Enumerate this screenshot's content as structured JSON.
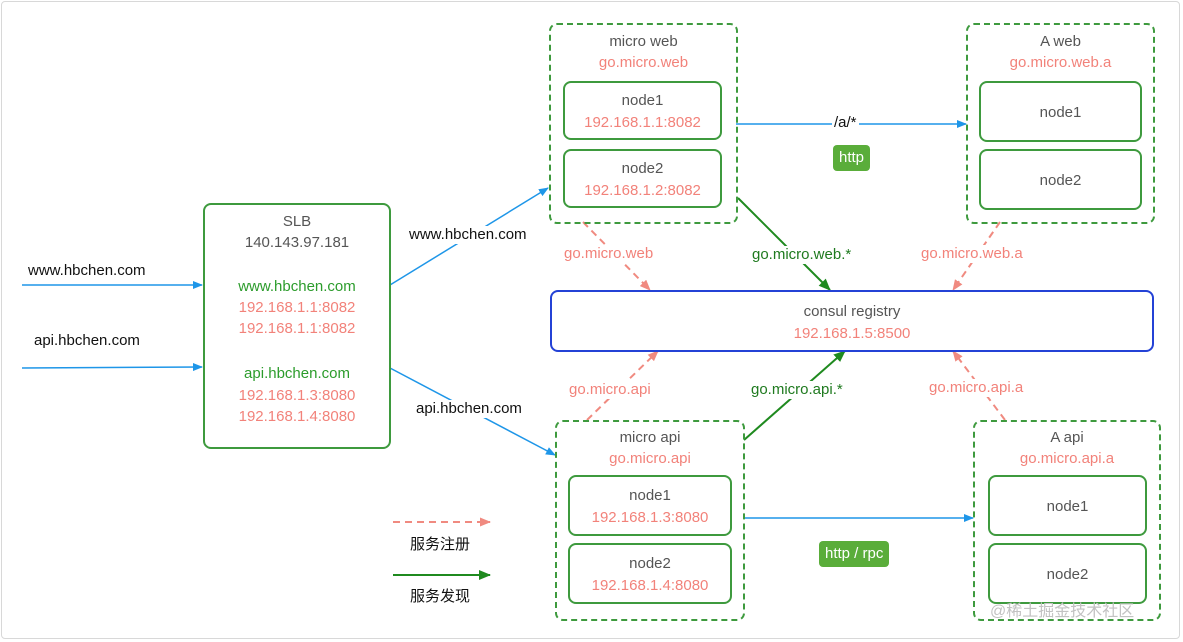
{
  "slb": {
    "title": "SLB",
    "ip": "140.143.97.181",
    "web_domain": "www.hbchen.com",
    "web_ips": [
      "192.168.1.1:8082",
      "192.168.1.1:8082"
    ],
    "api_domain": "api.hbchen.com",
    "api_ips": [
      "192.168.1.3:8080",
      "192.168.1.4:8080"
    ]
  },
  "inputs": {
    "web": "www.hbchen.com",
    "api": "api.hbchen.com"
  },
  "slb_links": {
    "web": "www.hbchen.com",
    "api": "api.hbchen.com"
  },
  "micro_web": {
    "title": "micro web",
    "service": "go.micro.web",
    "nodes": [
      {
        "name": "node1",
        "addr": "192.168.1.1:8082"
      },
      {
        "name": "node2",
        "addr": "192.168.1.2:8082"
      }
    ]
  },
  "a_web": {
    "title": "A web",
    "service": "go.micro.web.a",
    "nodes": [
      {
        "name": "node1"
      },
      {
        "name": "node2"
      }
    ]
  },
  "micro_api": {
    "title": "micro api",
    "service": "go.micro.api",
    "nodes": [
      {
        "name": "node1",
        "addr": "192.168.1.3:8080"
      },
      {
        "name": "node2",
        "addr": "192.168.1.4:8080"
      }
    ]
  },
  "a_api": {
    "title": "A api",
    "service": "go.micro.api.a",
    "nodes": [
      {
        "name": "node1"
      },
      {
        "name": "node2"
      }
    ]
  },
  "consul": {
    "title": "consul registry",
    "addr": "192.168.1.5:8500"
  },
  "edge_labels": {
    "web_path": "/a/*",
    "web_protocol": "http",
    "api_protocol": "http / rpc",
    "reg_micro_web": "go.micro.web",
    "disc_micro_web": "go.micro.web.*",
    "reg_a_web": "go.micro.web.a",
    "reg_micro_api": "go.micro.api",
    "disc_micro_api": "go.micro.api.*",
    "reg_a_api": "go.micro.api.a"
  },
  "legend": {
    "registration": "服务注册",
    "discovery": "服务发现"
  },
  "watermark": "@稀土掘金技术社区",
  "colors": {
    "group_border": "#3e9a3e",
    "registry_border": "#2442d6",
    "http_arrow": "#1e96e8",
    "registration_arrow": "#f08a80",
    "discovery_arrow": "#1f8a1f",
    "badge": "#5aad3a",
    "address_text": "#f2827a",
    "domain_text": "#2c9c2c"
  }
}
